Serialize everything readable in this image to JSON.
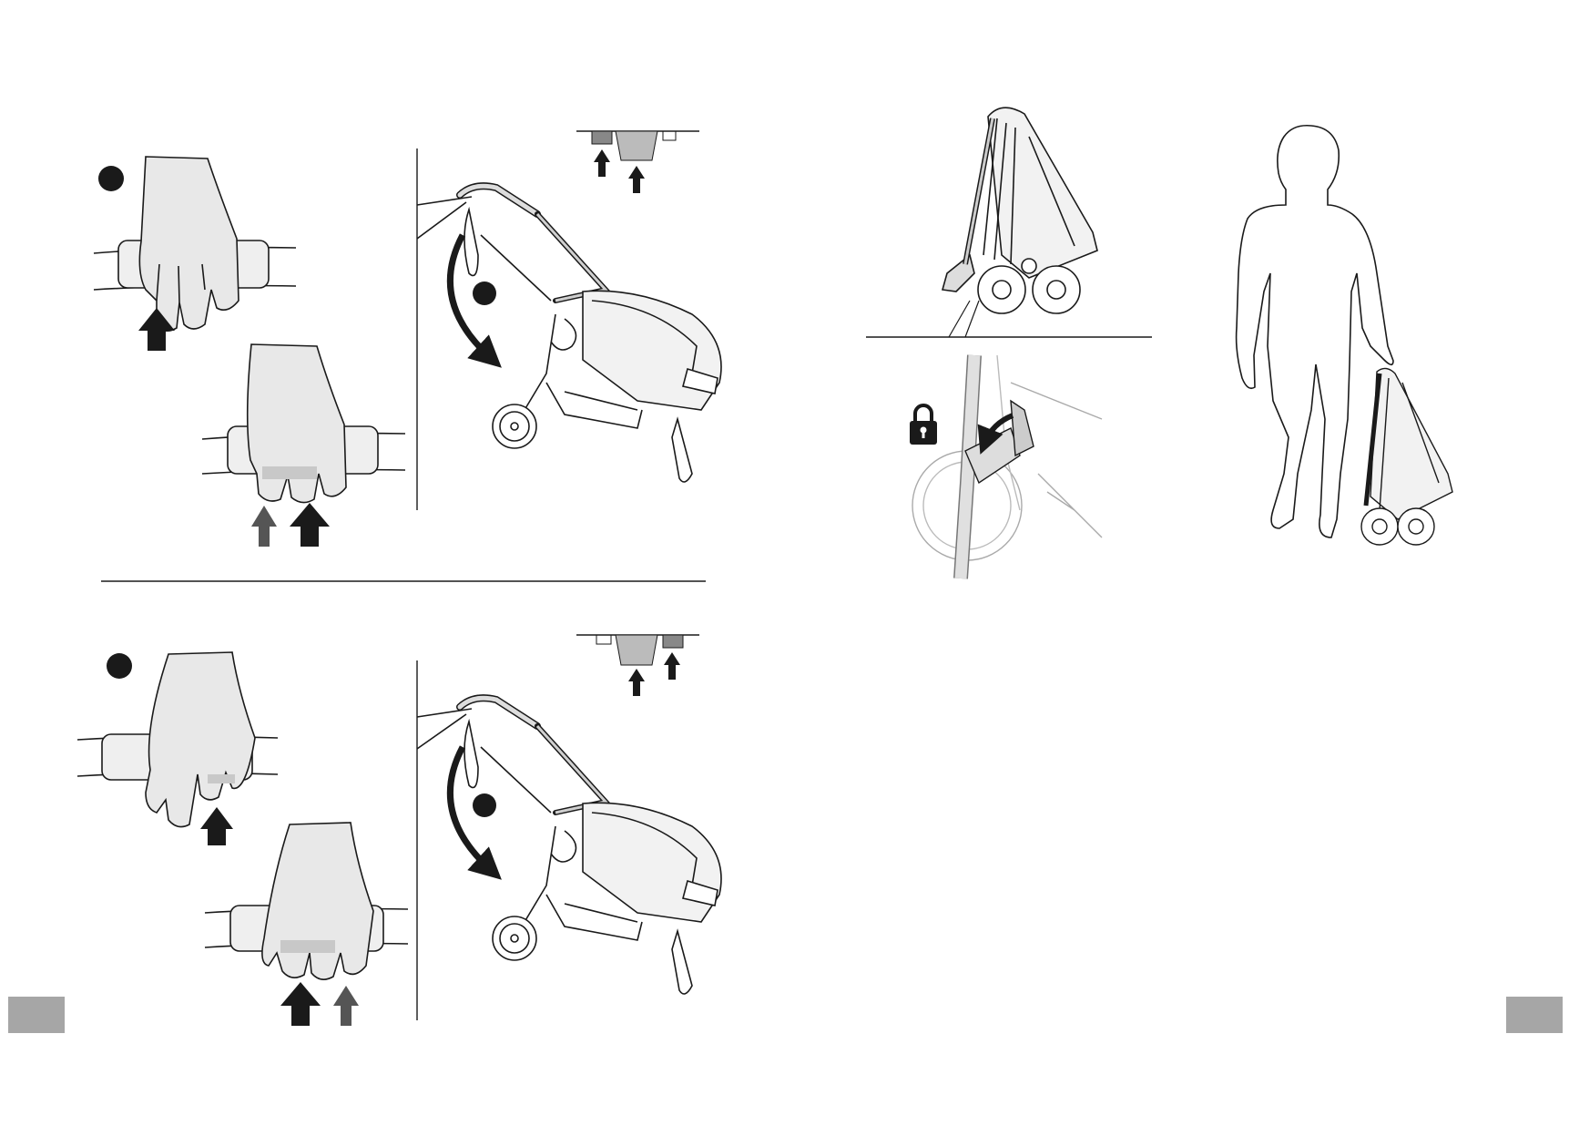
{
  "document": {
    "type": "instruction-manual-spread",
    "pages": 2,
    "left_page": {
      "steps": [
        {
          "number_marker": "filled-circle",
          "action": "squeeze-handle-grip"
        },
        {
          "number_marker": "filled-circle",
          "action": "squeeze-handle-grip"
        }
      ]
    },
    "right_page": {
      "icons": [
        "lock-icon"
      ]
    }
  },
  "colors": {
    "ink": "#1a1a1a",
    "skin_fill": "#e8e8e8",
    "arrow_dark": "#1a1a1a",
    "arrow_gray": "#555555",
    "page_tab": "#a6a6a6",
    "button_gray": "#888888",
    "button_light": "#bbbbbb"
  }
}
